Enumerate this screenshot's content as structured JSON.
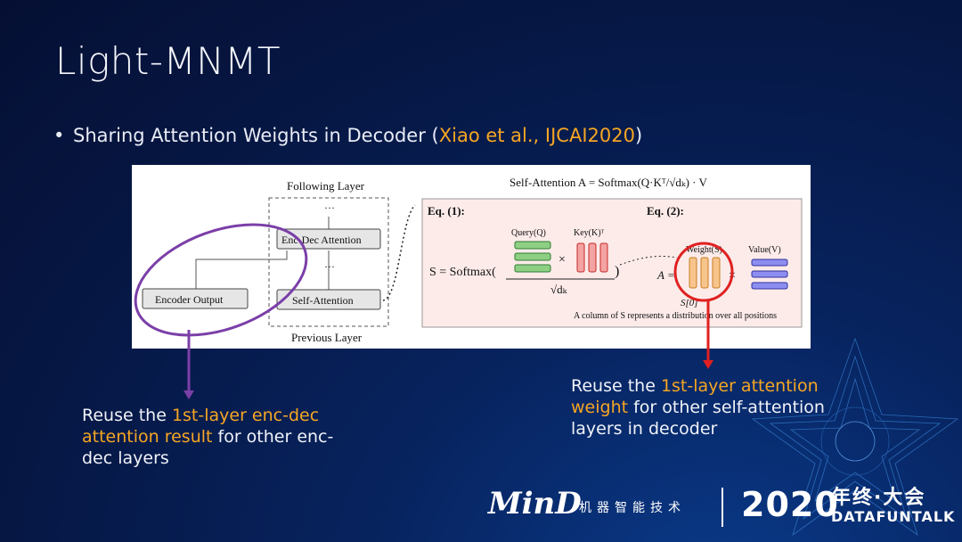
{
  "slide": {
    "title": "Light-MNMT",
    "bullet": {
      "marker": "•",
      "text": "Sharing Attention Weights in Decoder (",
      "citation": "Xiao et al., IJCAI2020",
      "close": ")"
    }
  },
  "figure": {
    "left": {
      "following_layer": "Following Layer",
      "previous_layer": "Previous Layer",
      "enc_dec_attention": "Enc-Dec Attention",
      "self_attention": "Self-Attention",
      "encoder_output": "Encoder Output",
      "dots": "···"
    },
    "right": {
      "header": "Self-Attention A = Softmax(Q·Kᵀ/√dₖ) · V",
      "eq1": "Eq. (1):",
      "eq2": "Eq. (2):",
      "s_formula": "S = Softmax(",
      "sqrt_dk": "√dₖ",
      "query": "Query(Q)",
      "key": "Key(K)ᵀ",
      "weight": "Weight(S)",
      "value": "Value(V)",
      "a_eq": "A =",
      "s0": "S[0]",
      "caption": "A column of S represents a distribution over all positions"
    }
  },
  "notes": {
    "left": {
      "pre": "Reuse the ",
      "hl": "1st-layer  enc-dec attention result",
      "post": " for other enc-dec layers"
    },
    "right": {
      "pre": "Reuse the ",
      "hl": "1st-layer attention weight",
      "post": " for other self-attention layers in decoder"
    }
  },
  "footer": {
    "logo": "MinD",
    "cn_text": "机器智能技术",
    "year": "2020",
    "event": "年终·大会",
    "brand": "DATAFUNTALK"
  },
  "colors": {
    "accent": "#f6a623",
    "purple": "#7b3fa8",
    "red": "#e02020"
  }
}
